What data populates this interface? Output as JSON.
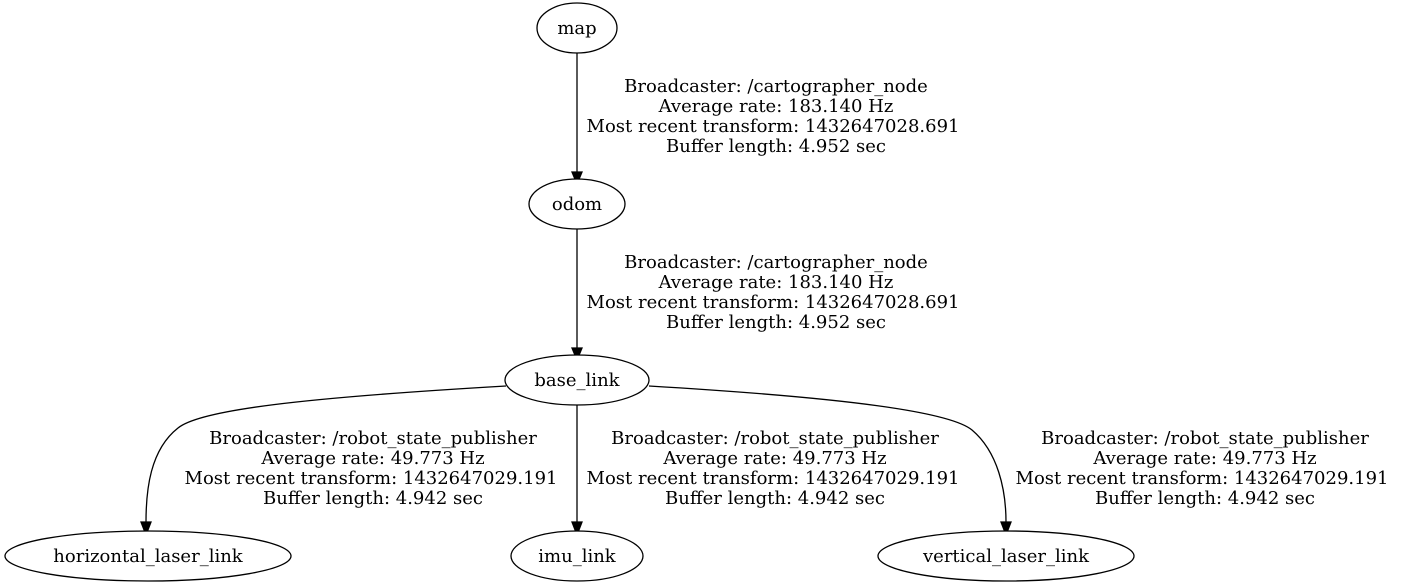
{
  "nodes": {
    "map": "map",
    "odom": "odom",
    "base_link": "base_link",
    "horizontal_laser_link": "horizontal_laser_link",
    "imu_link": "imu_link",
    "vertical_laser_link": "vertical_laser_link"
  },
  "edges": {
    "map_odom": {
      "from": "map",
      "to": "odom",
      "broadcaster": "Broadcaster: /cartographer_node",
      "rate": "Average rate: 183.140 Hz",
      "recent": "Most recent transform: 1432647028.691",
      "buffer": "Buffer length: 4.952 sec"
    },
    "odom_base": {
      "from": "odom",
      "to": "base_link",
      "broadcaster": "Broadcaster: /cartographer_node",
      "rate": "Average rate: 183.140 Hz",
      "recent": "Most recent transform: 1432647028.691",
      "buffer": "Buffer length: 4.952 sec"
    },
    "base_horizontal": {
      "from": "base_link",
      "to": "horizontal_laser_link",
      "broadcaster": "Broadcaster: /robot_state_publisher",
      "rate": "Average rate: 49.773 Hz",
      "recent": "Most recent transform: 1432647029.191",
      "buffer": "Buffer length: 4.942 sec"
    },
    "base_imu": {
      "from": "base_link",
      "to": "imu_link",
      "broadcaster": "Broadcaster: /robot_state_publisher",
      "rate": "Average rate: 49.773 Hz",
      "recent": "Most recent transform: 1432647029.191",
      "buffer": "Buffer length: 4.942 sec"
    },
    "base_vertical": {
      "from": "base_link",
      "to": "vertical_laser_link",
      "broadcaster": "Broadcaster: /robot_state_publisher",
      "rate": "Average rate: 49.773 Hz",
      "recent": "Most recent transform: 1432647029.191",
      "buffer": "Buffer length: 4.942 sec"
    }
  }
}
